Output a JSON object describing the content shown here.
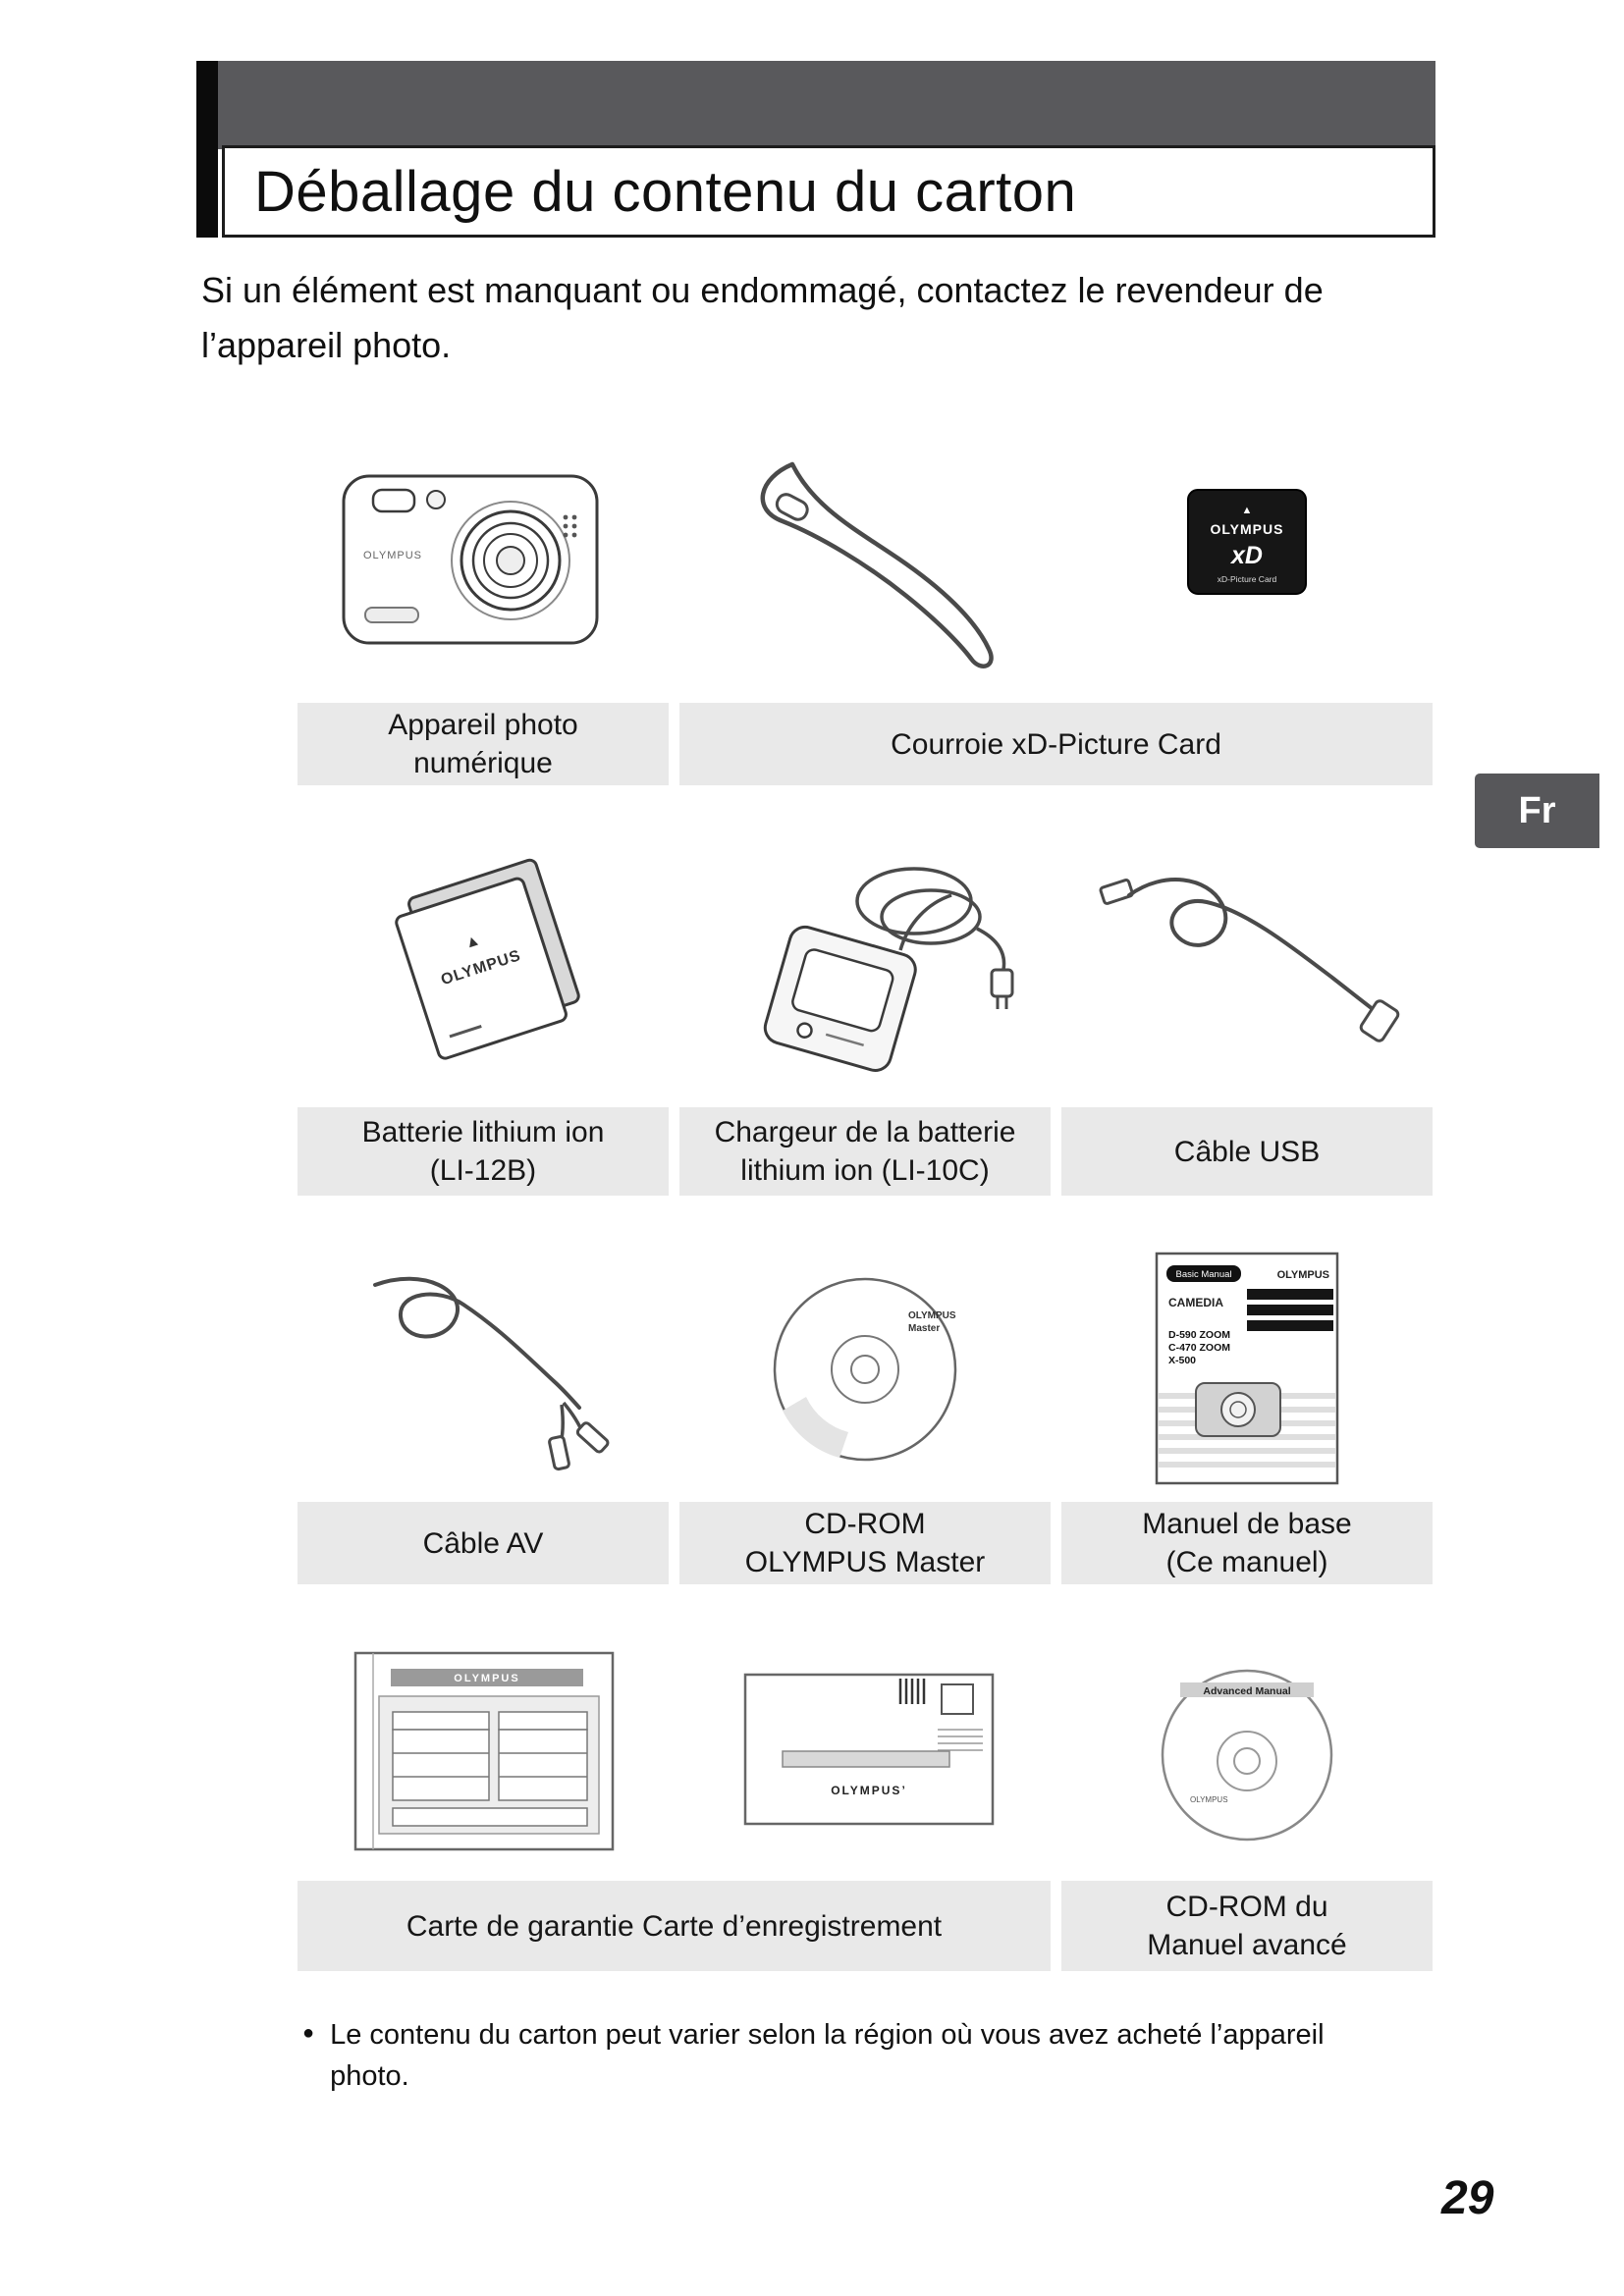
{
  "doc": {
    "title": "Déballage du contenu du carton",
    "intro": "Si un élément est manquant ou endommagé, contactez le revendeur de\nl’appareil photo.",
    "language_tab": "Fr",
    "page_number": "29",
    "note_bullet": "●",
    "note": "Le contenu du carton peut varier selon la région où vous avez acheté l’appareil\nphoto."
  },
  "labels": {
    "camera": "Appareil photo\nnumérique",
    "strap_card": "Courroie xD-Picture Card",
    "battery": "Batterie lithium ion\n(LI-12B)",
    "charger": "Chargeur de la batterie\nlithium ion (LI-10C)",
    "usb": "Câble USB",
    "av": "Câble AV",
    "cdrom": "CD-ROM\nOLYMPUS Master",
    "manual": "Manuel de base\n(Ce manuel)",
    "warranty_registration": "Carte de garantie Carte d’enregistrement",
    "adv_manual": "CD-ROM du\nManuel avancé"
  },
  "illustrations": {
    "camera": {
      "brand": "OLYMPUS"
    },
    "xd_card": {
      "arrow": "▲",
      "brand": "OLYMPUS",
      "logo": "xD",
      "caption": "xD-Picture Card"
    },
    "battery": {
      "arrow": "▲",
      "brand": "OLYMPUS"
    },
    "cdrom": {
      "title_line1": "OLYMPUS",
      "title_line2": "Master"
    },
    "basic_manual": {
      "badge": "Basic Manual",
      "brand": "OLYMPUS",
      "series": "CAMEDIA",
      "models": [
        "D-590 ZOOM",
        "C-470 ZOOM",
        "X-500"
      ]
    },
    "warranty": {
      "brand": "OLYMPUS"
    },
    "registration": {
      "brand": "OLYMPUS’"
    },
    "advanced_cd": {
      "title": "Advanced Manual",
      "brand": "OLYMPUS"
    }
  }
}
